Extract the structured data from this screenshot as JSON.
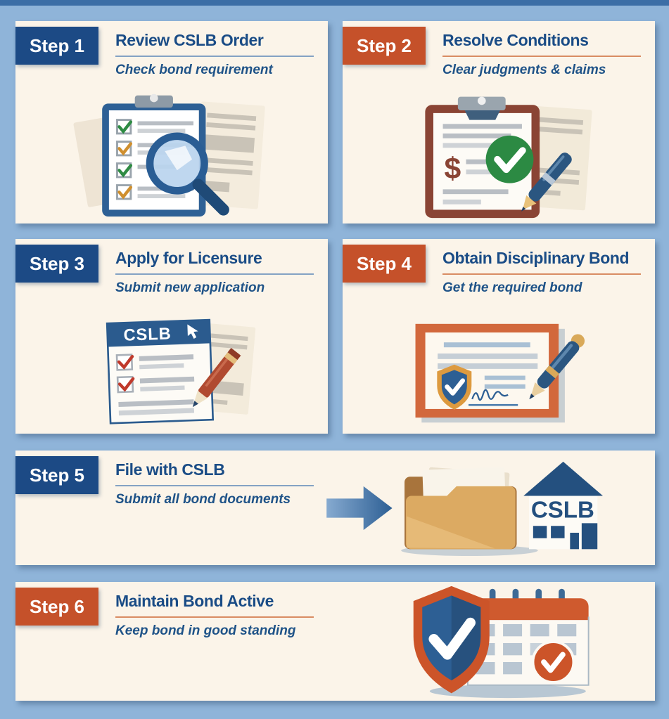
{
  "page": {
    "background": "#8fb4d9",
    "top_strip_color": "#3c6ea6",
    "card_background": "#fbf4e9"
  },
  "colors": {
    "navy_badge": "#1c4a85",
    "orange_badge": "#c5512a",
    "title_text": "#1a4c86",
    "subtitle_text": "#1f5388",
    "underline_blue": "#84a2c4",
    "underline_orange": "#d98c63"
  },
  "steps": [
    {
      "badge": "Step 1",
      "accent": "navy",
      "title": "Review CSLB Order",
      "subtitle": "Check bond requirement",
      "illustration": "clipboard-checklist-magnifier"
    },
    {
      "badge": "Step 2",
      "accent": "orange",
      "title": "Resolve Conditions",
      "subtitle": "Clear judgments & claims",
      "illustration": "clipboard-dollar-check-pen"
    },
    {
      "badge": "Step 3",
      "accent": "navy",
      "title": "Apply for Licensure",
      "subtitle": "Submit new application",
      "illustration": "cslb-form-pencil"
    },
    {
      "badge": "Step 4",
      "accent": "orange",
      "title": "Obtain Disciplinary Bond",
      "subtitle": "Get the required bond",
      "illustration": "certificate-shield-pen"
    },
    {
      "badge": "Step 5",
      "accent": "navy",
      "title": "File with CSLB",
      "subtitle": "Submit all bond documents",
      "illustration": "arrow-folder-cslb-building"
    },
    {
      "badge": "Step 6",
      "accent": "orange",
      "title": "Maintain Bond Active",
      "subtitle": "Keep bond in good standing",
      "illustration": "shield-calendar-check"
    }
  ],
  "illustration_labels": {
    "form_header": "CSLB",
    "building_sign": "CSLB",
    "dollar_sign": "$"
  }
}
